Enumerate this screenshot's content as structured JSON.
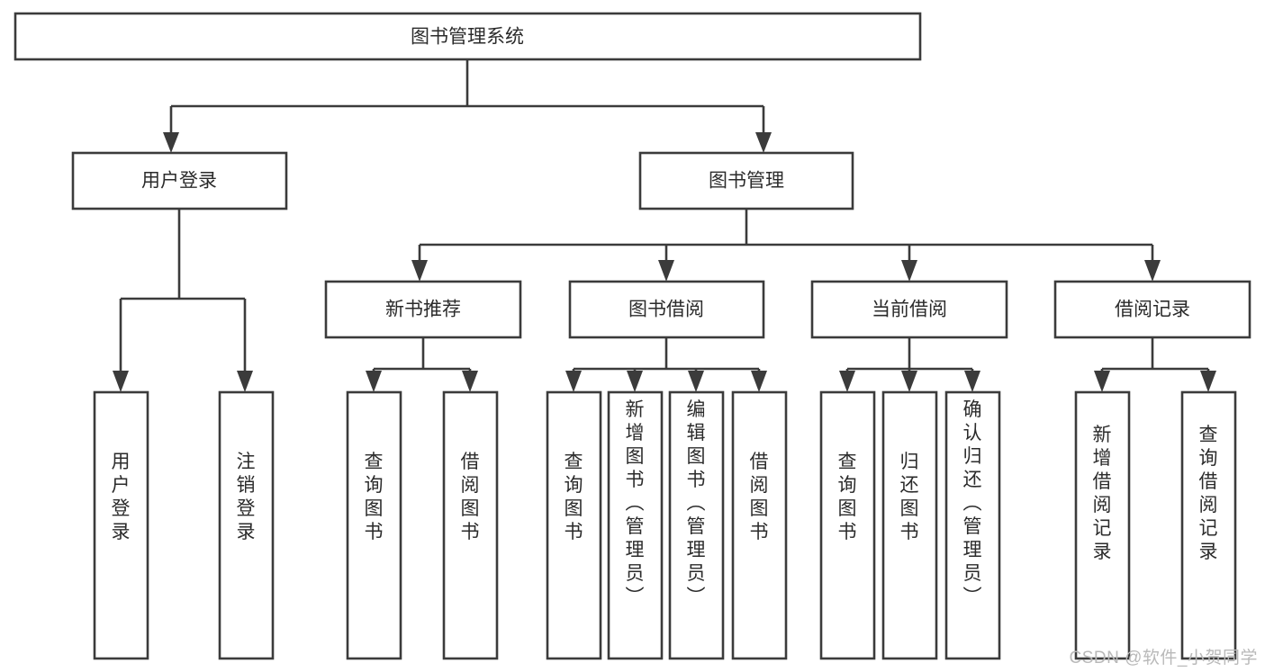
{
  "diagram": {
    "type": "tree",
    "title": "图书管理系统",
    "watermark": "CSDN @软件_小贺同学",
    "levels": {
      "root": {
        "label": "图书管理系统"
      },
      "level2": [
        {
          "id": "user-login",
          "label": "用户登录"
        },
        {
          "id": "book-management",
          "label": "图书管理"
        }
      ],
      "level3": [
        {
          "id": "new-book-recommend",
          "label": "新书推荐",
          "parent": "book-management"
        },
        {
          "id": "book-borrow",
          "label": "图书借阅",
          "parent": "book-management"
        },
        {
          "id": "current-borrow",
          "label": "当前借阅",
          "parent": "book-management"
        },
        {
          "id": "borrow-record",
          "label": "借阅记录",
          "parent": "book-management"
        }
      ],
      "leaves": [
        {
          "id": "leaf-user-login",
          "label": "用户登录",
          "parent": "user-login"
        },
        {
          "id": "leaf-logout-login",
          "label": "注销登录",
          "parent": "user-login"
        },
        {
          "id": "leaf-query-book-1",
          "label": "查询图书",
          "parent": "new-book-recommend"
        },
        {
          "id": "leaf-borrow-book-1",
          "label": "借阅图书",
          "parent": "new-book-recommend"
        },
        {
          "id": "leaf-query-book-2",
          "label": "查询图书",
          "parent": "book-borrow"
        },
        {
          "id": "leaf-add-book",
          "label": "新增图书（管理员）",
          "parent": "book-borrow"
        },
        {
          "id": "leaf-edit-book",
          "label": "编辑图书（管理员）",
          "parent": "book-borrow"
        },
        {
          "id": "leaf-borrow-book-2",
          "label": "借阅图书",
          "parent": "book-borrow"
        },
        {
          "id": "leaf-query-book-3",
          "label": "查询图书",
          "parent": "current-borrow"
        },
        {
          "id": "leaf-return-book",
          "label": "归还图书",
          "parent": "current-borrow"
        },
        {
          "id": "leaf-confirm-return",
          "label": "确认归还（管理员）",
          "parent": "current-borrow"
        },
        {
          "id": "leaf-add-borrow-record",
          "label": "新增借阅记录",
          "parent": "borrow-record"
        },
        {
          "id": "leaf-query-borrow-record",
          "label": "查询借阅记录",
          "parent": "borrow-record"
        }
      ]
    },
    "colors": {
      "stroke": "#3b3b3b",
      "box_fill": "#ffffff",
      "text": "#2b2b2b",
      "background": "#ffffff",
      "watermark": "#b9b9b9"
    }
  }
}
